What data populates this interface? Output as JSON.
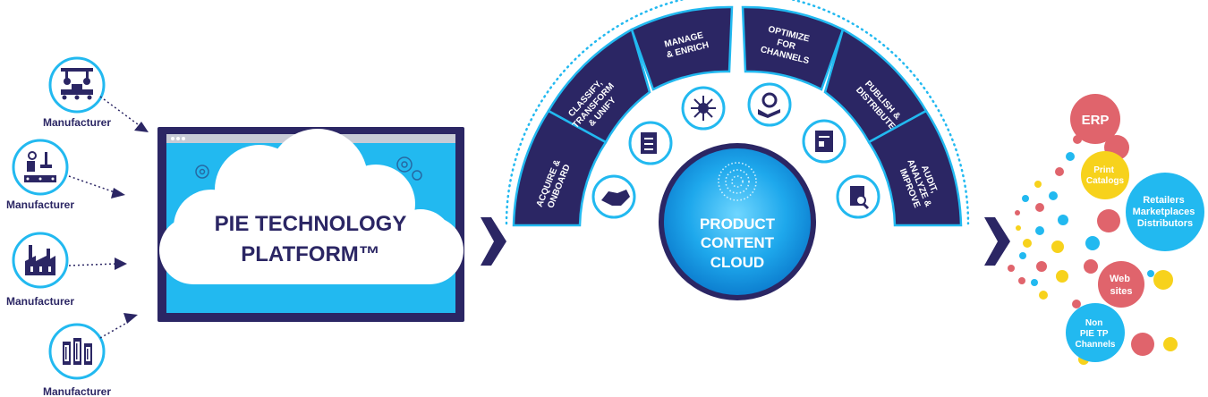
{
  "manufacturers": [
    {
      "label": "Manufacturer",
      "icon": "robot-arm-icon"
    },
    {
      "label": "Manufacturer",
      "icon": "assembly-line-icon"
    },
    {
      "label": "Manufacturer",
      "icon": "factory-icon"
    },
    {
      "label": "Manufacturer",
      "icon": "warehouse-icon"
    }
  ],
  "platform": {
    "line1": "PIE TECHNOLOGY",
    "line2": "PLATFORM™"
  },
  "cloud": {
    "line1": "PRODUCT",
    "line2": "CONTENT",
    "line3": "CLOUD"
  },
  "stages": [
    {
      "lines": [
        "ACQUIRE &",
        "ONBOARD"
      ],
      "icon": "handshake-icon"
    },
    {
      "lines": [
        "CLASSIFY,",
        "TRANSFORM",
        "& UNIFY"
      ],
      "icon": "document-icon"
    },
    {
      "lines": [
        "MANAGE",
        "& ENRICH"
      ],
      "icon": "network-gear-icon"
    },
    {
      "lines": [
        "OPTIMIZE",
        "FOR",
        "CHANNELS"
      ],
      "icon": "hand-gear-icon"
    },
    {
      "lines": [
        "PUBLISH &",
        "DISTRIBUTE"
      ],
      "icon": "id-document-icon"
    },
    {
      "lines": [
        "AUDIT,",
        "ANALYZE &",
        "IMPROVE"
      ],
      "icon": "magnifier-document-icon"
    }
  ],
  "channels": [
    {
      "lines": [
        "ERP"
      ]
    },
    {
      "lines": [
        "Print",
        "Catalogs"
      ]
    },
    {
      "lines": [
        "Retailers",
        "Marketplaces",
        "Distributors"
      ]
    },
    {
      "lines": [
        "Web",
        "sites"
      ]
    },
    {
      "lines": [
        "Non",
        "PIE TP",
        "Channels"
      ]
    }
  ],
  "colors": {
    "navy": "#2b2664",
    "cyan": "#22b9f0",
    "coral": "#e0646c",
    "yellow": "#f7d21c"
  }
}
